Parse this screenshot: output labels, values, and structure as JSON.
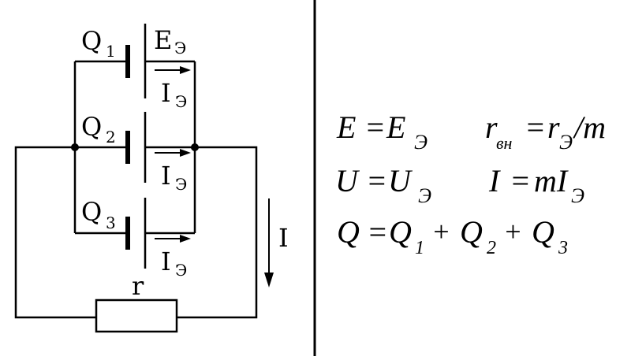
{
  "circuit": {
    "cells": [
      {
        "name": "Q",
        "sub": "1",
        "current": "I",
        "current_sub": "Э"
      },
      {
        "name": "Q",
        "sub": "2",
        "current": "I",
        "current_sub": "Э"
      },
      {
        "name": "Q",
        "sub": "3",
        "current": "I",
        "current_sub": "Э"
      }
    ],
    "emf_label": "E",
    "emf_sub": "Э",
    "resistor_label": "r",
    "load_current_label": "I"
  },
  "formulas": {
    "row1": {
      "e": "E",
      "eq1": "=",
      "e2": "E",
      "e2_sub": "Э",
      "r": "r",
      "r_sub": "вн",
      "eq2": "=",
      "r2": "r",
      "r2_sub": "Э",
      "tail": "/m"
    },
    "row2": {
      "u": "U",
      "eq1": "=",
      "u2": "U",
      "u2_sub": "Э",
      "i": "I",
      "eq2": "=",
      "i2": "mI",
      "i2_sub": "Э"
    },
    "row3": {
      "q": "Q",
      "eq": "=",
      "q1": "Q",
      "q1_sub": "1",
      "plus1": "+",
      "q2": "Q",
      "q2_sub": "2",
      "plus2": "+",
      "q3": "Q",
      "q3_sub": "3"
    }
  }
}
